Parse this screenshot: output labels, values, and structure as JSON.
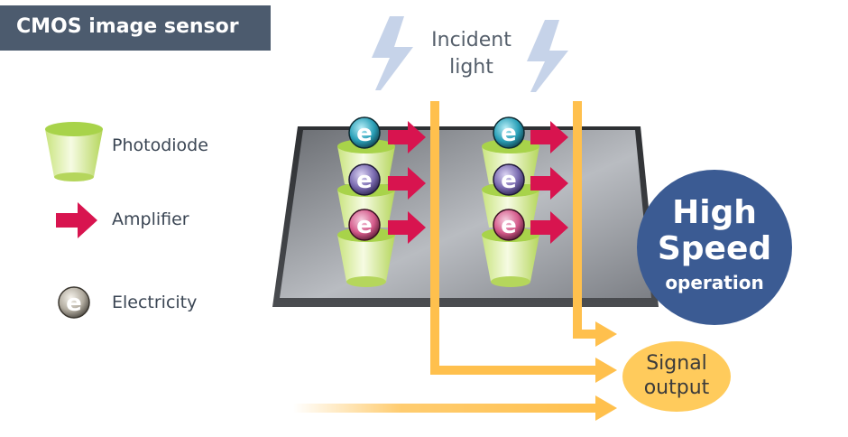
{
  "title": "CMOS image sensor",
  "incident_light": {
    "line1": "Incident",
    "line2": "light"
  },
  "legend": [
    {
      "label": "Photodiode",
      "icon": "photodiode-icon"
    },
    {
      "label": "Amplifier",
      "icon": "amplifier-arrow-icon"
    },
    {
      "label": "Electricity",
      "icon": "electron-icon"
    }
  ],
  "electron_symbol": "e",
  "speed_badge": {
    "line1": "High",
    "line2": "Speed",
    "line3": "operation"
  },
  "signal_output": {
    "line1": "Signal",
    "line2": "output"
  },
  "colors": {
    "title_bg": "#4c5b6e",
    "photodiode": "#a8d34a",
    "amplifier": "#d8144f",
    "signal_line": "#ffc04d",
    "badge": "#3b5b93",
    "signal_bubble": "#ffcb5c",
    "electron_teal": "#2aa0b8",
    "electron_violet": "#7a6bb0",
    "electron_pink": "#d45a8a",
    "electron_gray": "#8f8a80"
  }
}
